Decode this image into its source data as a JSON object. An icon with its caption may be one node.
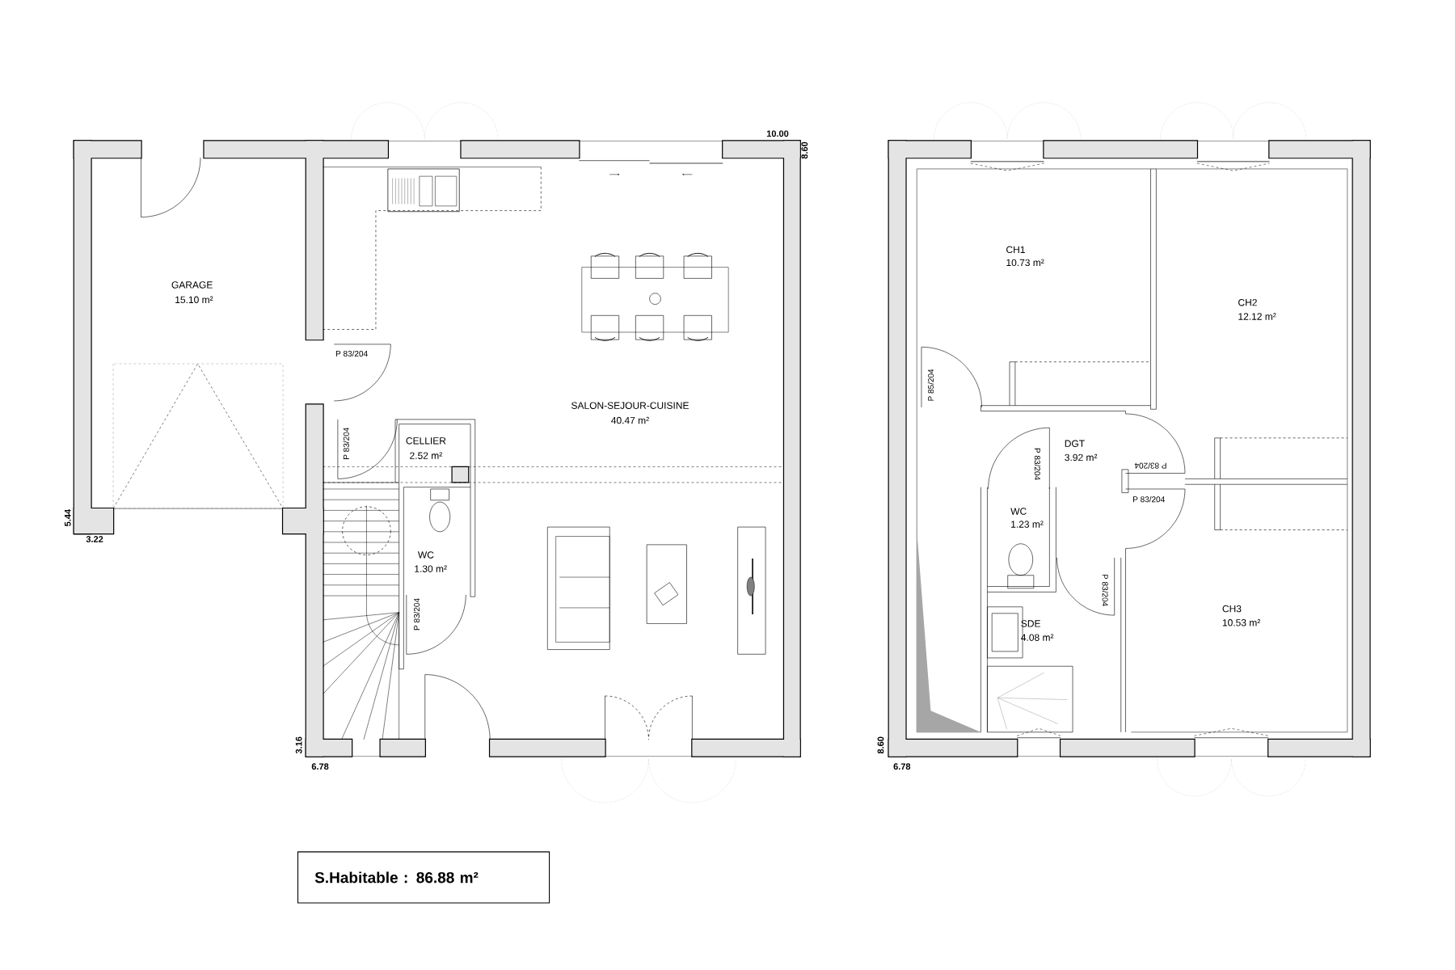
{
  "diagram": {
    "nodes": [
      {
        "text": [
          "S.Habitable : 86.88 m²"
        ]
      }
    ],
    "labels": [
      "10.00",
      "8.60",
      "GARAGE",
      "15.10 m²",
      "P 83/204",
      "SALON-SEJOUR-CUISINE",
      "40.47 m²",
      "CELLIER",
      "2.52 m²",
      "P 83/204",
      "WC",
      "1.30 m²",
      "P 83/204",
      "5.44",
      "3.22",
      "3.16",
      "6.78",
      "CH1",
      "10.73 m²",
      "CH2",
      "12.12 m²",
      "P 85/204",
      "DGT",
      "3.92 m²",
      "P 83/204",
      "P 83/204",
      "P 83/204",
      "WC",
      "1.23 m²",
      "P 83/204",
      "CH3",
      "10.53 m²",
      "SDE",
      "4.08 m²",
      "8.60",
      "6.78"
    ]
  }
}
